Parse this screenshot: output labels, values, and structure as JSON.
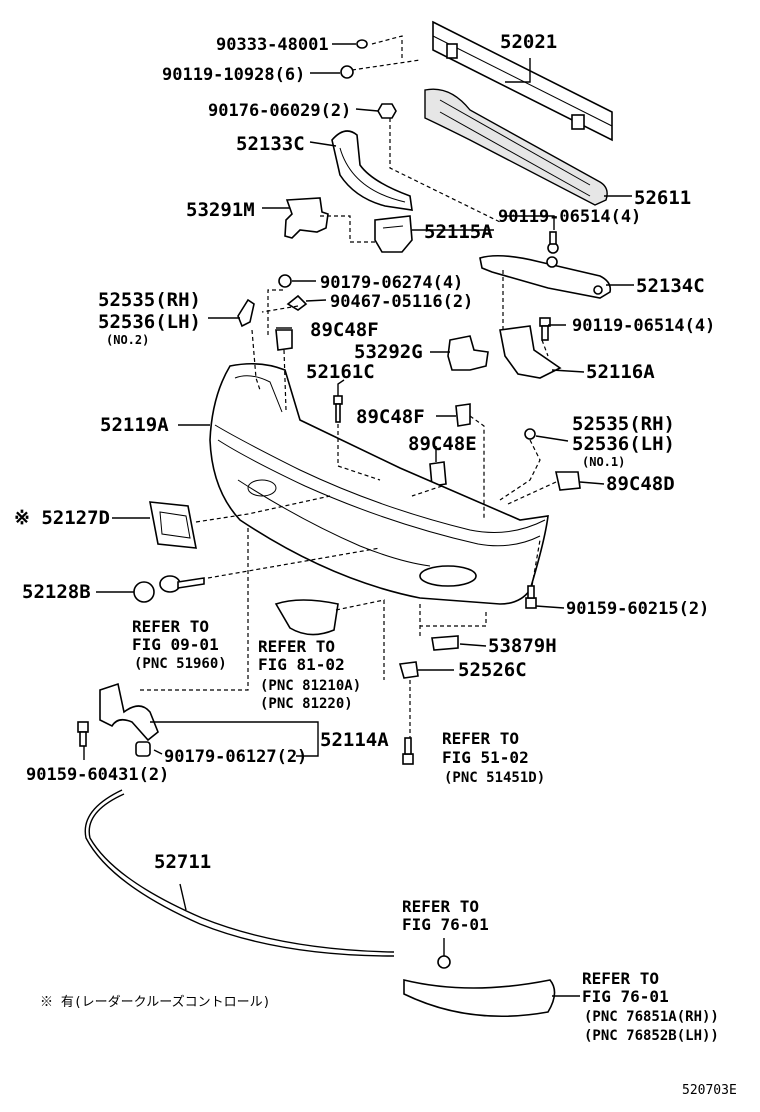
{
  "diagram": {
    "parts": {
      "p90333": "90333-48001",
      "p90119_10928": "90119-10928(6)",
      "p90176": "90176-06029(2)",
      "p52133C": "52133C",
      "p53291M": "53291M",
      "p52021": "52021",
      "p52611": "52611",
      "p90119_06514a": "90119-06514(4)",
      "p52115A": "52115A",
      "p52134C": "52134C",
      "p90179_06274": "90179-06274(4)",
      "p52535rh_a": "52535(RH)",
      "p90467": "90467-05116(2)",
      "p52536lh_a": "52536(LH)",
      "no2": "(NO.2)",
      "p89C48F_a": "89C48F",
      "p90119_06514b": "90119-06514(4)",
      "p53292G": "53292G",
      "p52161C": "52161C",
      "p52116A": "52116A",
      "p52119A": "52119A",
      "p89C48F_b": "89C48F",
      "p52535rh_b": "52535(RH)",
      "p52536lh_b": "52536(LH)",
      "p89C48E": "89C48E",
      "no1": "(NO.1)",
      "p89C48D": "89C48D",
      "p52127D": "※ 52127D",
      "p52128B": "52128B",
      "p90159_60215": "90159-60215(2)",
      "p53879H": "53879H",
      "p52526C": "52526C",
      "p52114A": "52114A",
      "p90179_06127": "90179-06127(2)",
      "p90159_60431": "90159-60431(2)",
      "p52711": "52711"
    },
    "refs": {
      "r1_l1": "REFER TO",
      "r1_l2": "FIG 09-01",
      "r1_l3": "(PNC 51960)",
      "r2_l1": "REFER TO",
      "r2_l2": "FIG 81-02",
      "r2_l3": "(PNC 81210A)",
      "r2_l4": "(PNC 81220)",
      "r3_l1": "REFER TO",
      "r3_l2": "FIG 51-02",
      "r3_l3": "(PNC 51451D)",
      "r4_l1": "REFER TO",
      "r4_l2": "FIG 76-01",
      "r5_l1": "REFER TO",
      "r5_l2": "FIG 76-01",
      "r5_l3": "(PNC 76851A(RH))",
      "r5_l4": "(PNC 76852B(LH))"
    },
    "footnote": "※ 有(レーダークルーズコントロール)",
    "figure_id": "520703E"
  }
}
